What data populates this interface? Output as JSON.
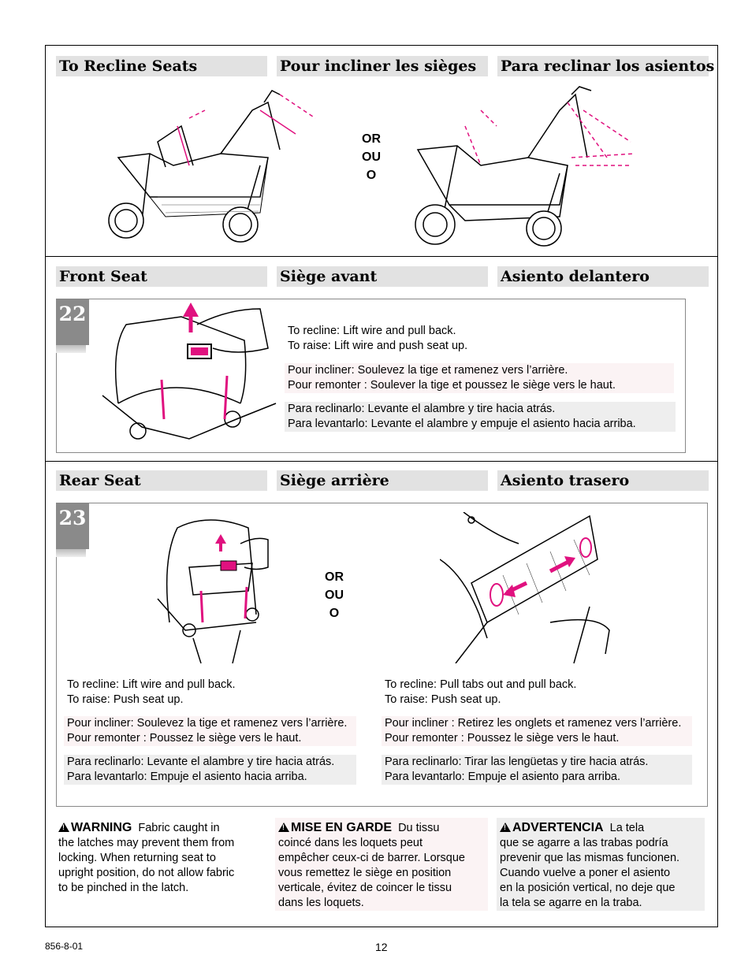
{
  "recline": {
    "headers": [
      "To Recline Seats",
      "Pour incliner les sièges",
      "Para reclinar los asientos"
    ],
    "or_lines": [
      "OR",
      "OU",
      "O"
    ]
  },
  "front_seat": {
    "headers": [
      "Front Seat",
      "Siège avant",
      "Asiento delantero"
    ],
    "step": "22",
    "en": [
      "To recline: Lift wire and pull back.",
      "To raise: Lift wire and push seat up."
    ],
    "fr": [
      "Pour incliner: Soulevez la tige et ramenez vers l’arrière.",
      "Pour remonter : Soulever la tige et poussez le siège vers le haut."
    ],
    "es": [
      "Para reclinarlo: Levante el alambre y tire hacia atrás.",
      "Para levantarlo: Levante el alambre y empuje el asiento hacia arriba."
    ]
  },
  "rear_seat": {
    "headers": [
      "Rear Seat",
      "Siège arrière",
      "Asiento trasero"
    ],
    "step": "23",
    "or_lines": [
      "OR",
      "OU",
      "O"
    ],
    "left": {
      "en": [
        "To recline: Lift wire and pull back.",
        "To raise: Push seat up."
      ],
      "fr": [
        "Pour incliner: Soulevez la tige et ramenez vers l’arrière.",
        "Pour remonter : Poussez le siège vers le haut."
      ],
      "es": [
        "Para reclinarlo: Levante el alambre y tire hacia atrás.",
        "Para levantarlo: Empuje el asiento hacia arriba."
      ]
    },
    "right": {
      "en": [
        "To recline: Pull tabs out and pull back.",
        "To raise: Push seat up."
      ],
      "fr": [
        "Pour incliner : Retirez les onglets et ramenez vers l’arrière.",
        "Pour remonter : Poussez le siège vers le haut."
      ],
      "es": [
        "Para reclinarlo: Tirar las lengüetas y tire hacia atrás.",
        "Para levantarlo: Empuje el asiento para arriba."
      ]
    }
  },
  "warnings": [
    {
      "title": "WARNING",
      "lines": [
        "Fabric caught in",
        "the latches may prevent them from",
        "locking. When returning seat to",
        "upright position, do not allow fabric",
        "to be pinched in the latch."
      ]
    },
    {
      "title": "MISE EN GARDE",
      "lines": [
        "Du tissu",
        "coincé dans les loquets peut",
        "empêcher ceux-ci de barrer. Lorsque",
        "vous remettez le siège en position",
        "verticale, évitez de coincer le tissu",
        "dans les loquets."
      ]
    },
    {
      "title": "ADVERTENCIA",
      "lines": [
        "La tela",
        "que se agarre a las trabas podría",
        "prevenir que las mismas funcionen.",
        "Cuando vuelve a poner el asiento",
        "en la posición vertical, no deje que",
        "la tela se agarre en la traba."
      ]
    }
  ],
  "footer": {
    "code": "856-8-01",
    "page": "12"
  },
  "colors": {
    "accent": "#e0117f",
    "header_bg": "#e2e2e2",
    "step_bg": "#8a8a8a"
  }
}
